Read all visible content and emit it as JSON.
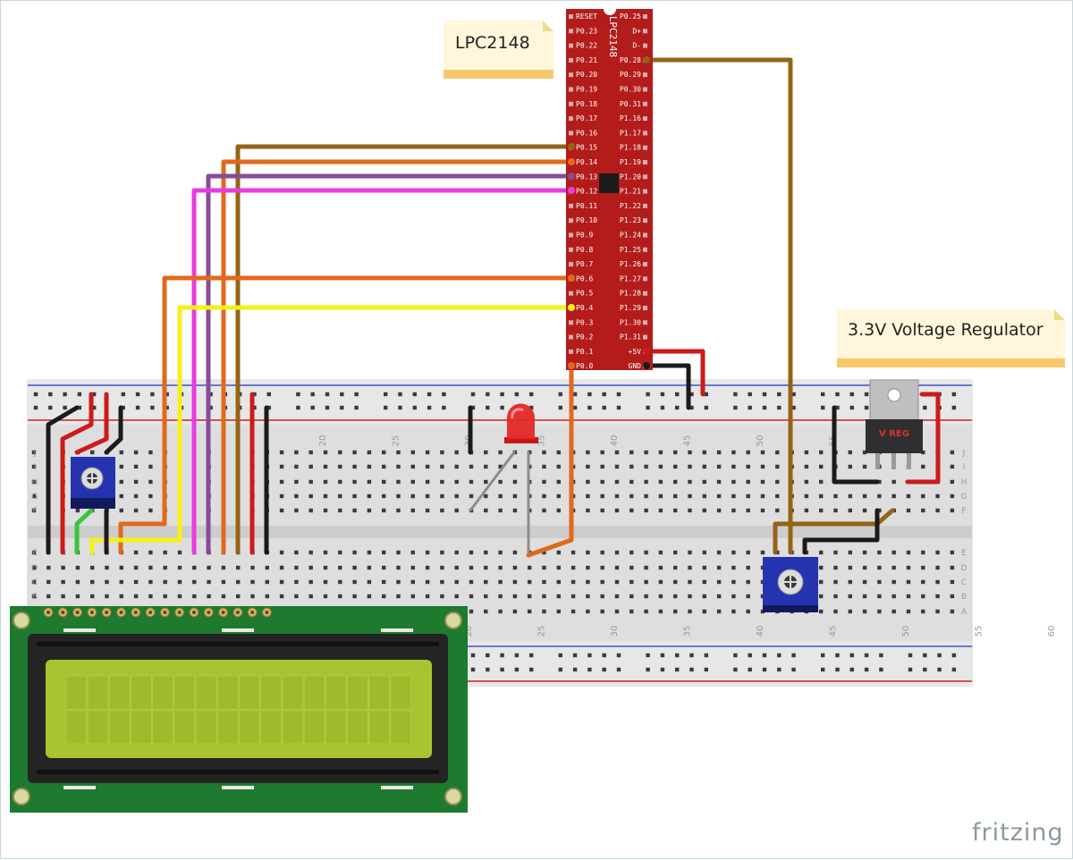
{
  "notes": {
    "mcu": "LPC2148",
    "regulator": "3.3V Voltage Regulator"
  },
  "mcu": {
    "chip_label": "LPC2148",
    "left_pins": [
      "RESET",
      "P0.23",
      "P0.22",
      "P0.21",
      "P0.20",
      "P0.19",
      "P0.18",
      "P0.17",
      "P0.16",
      "P0.15",
      "P0.14",
      "P0.13",
      "P0.12",
      "P0.11",
      "P0.10",
      "P0.9",
      "P0.8",
      "P0.7",
      "P0.6",
      "P0.5",
      "P0.4",
      "P0.3",
      "P0.2",
      "P0.1",
      "P0.0"
    ],
    "right_pins": [
      "P0.25",
      "D+",
      "D-",
      "P0.28",
      "P0.29",
      "P0.30",
      "P0.31",
      "P1.16",
      "P1.17",
      "P1.18",
      "P1.19",
      "P1.20",
      "P1.21",
      "P1.22",
      "P1.23",
      "P1.24",
      "P1.25",
      "P1.26",
      "P1.27",
      "P1.28",
      "P1.29",
      "P1.30",
      "P1.31",
      "+5V",
      "GND"
    ]
  },
  "breadboard": {
    "column_numbers": [
      "20",
      "25",
      "30",
      "35",
      "40",
      "45",
      "50",
      "55",
      "60"
    ],
    "row_letters_top": [
      "J",
      "I",
      "H",
      "G",
      "F"
    ],
    "row_letters_bottom": [
      "E",
      "D",
      "C",
      "B",
      "A"
    ]
  },
  "regulator_label": "V REG",
  "brand": "fritzing",
  "colors": {
    "mcu_board": "#b41c1c",
    "wire_brown": "#946316",
    "wire_orange": "#e06a1c",
    "wire_purple": "#8a4b96",
    "wire_magenta": "#e83ce0",
    "wire_yellow": "#f4f019",
    "wire_red": "#cc1b1b",
    "wire_black": "#1a1a1a",
    "lcd_screen": "#a9c431",
    "lcd_pcb": "#1e7a2e",
    "pot_blue": "#2533b0"
  }
}
